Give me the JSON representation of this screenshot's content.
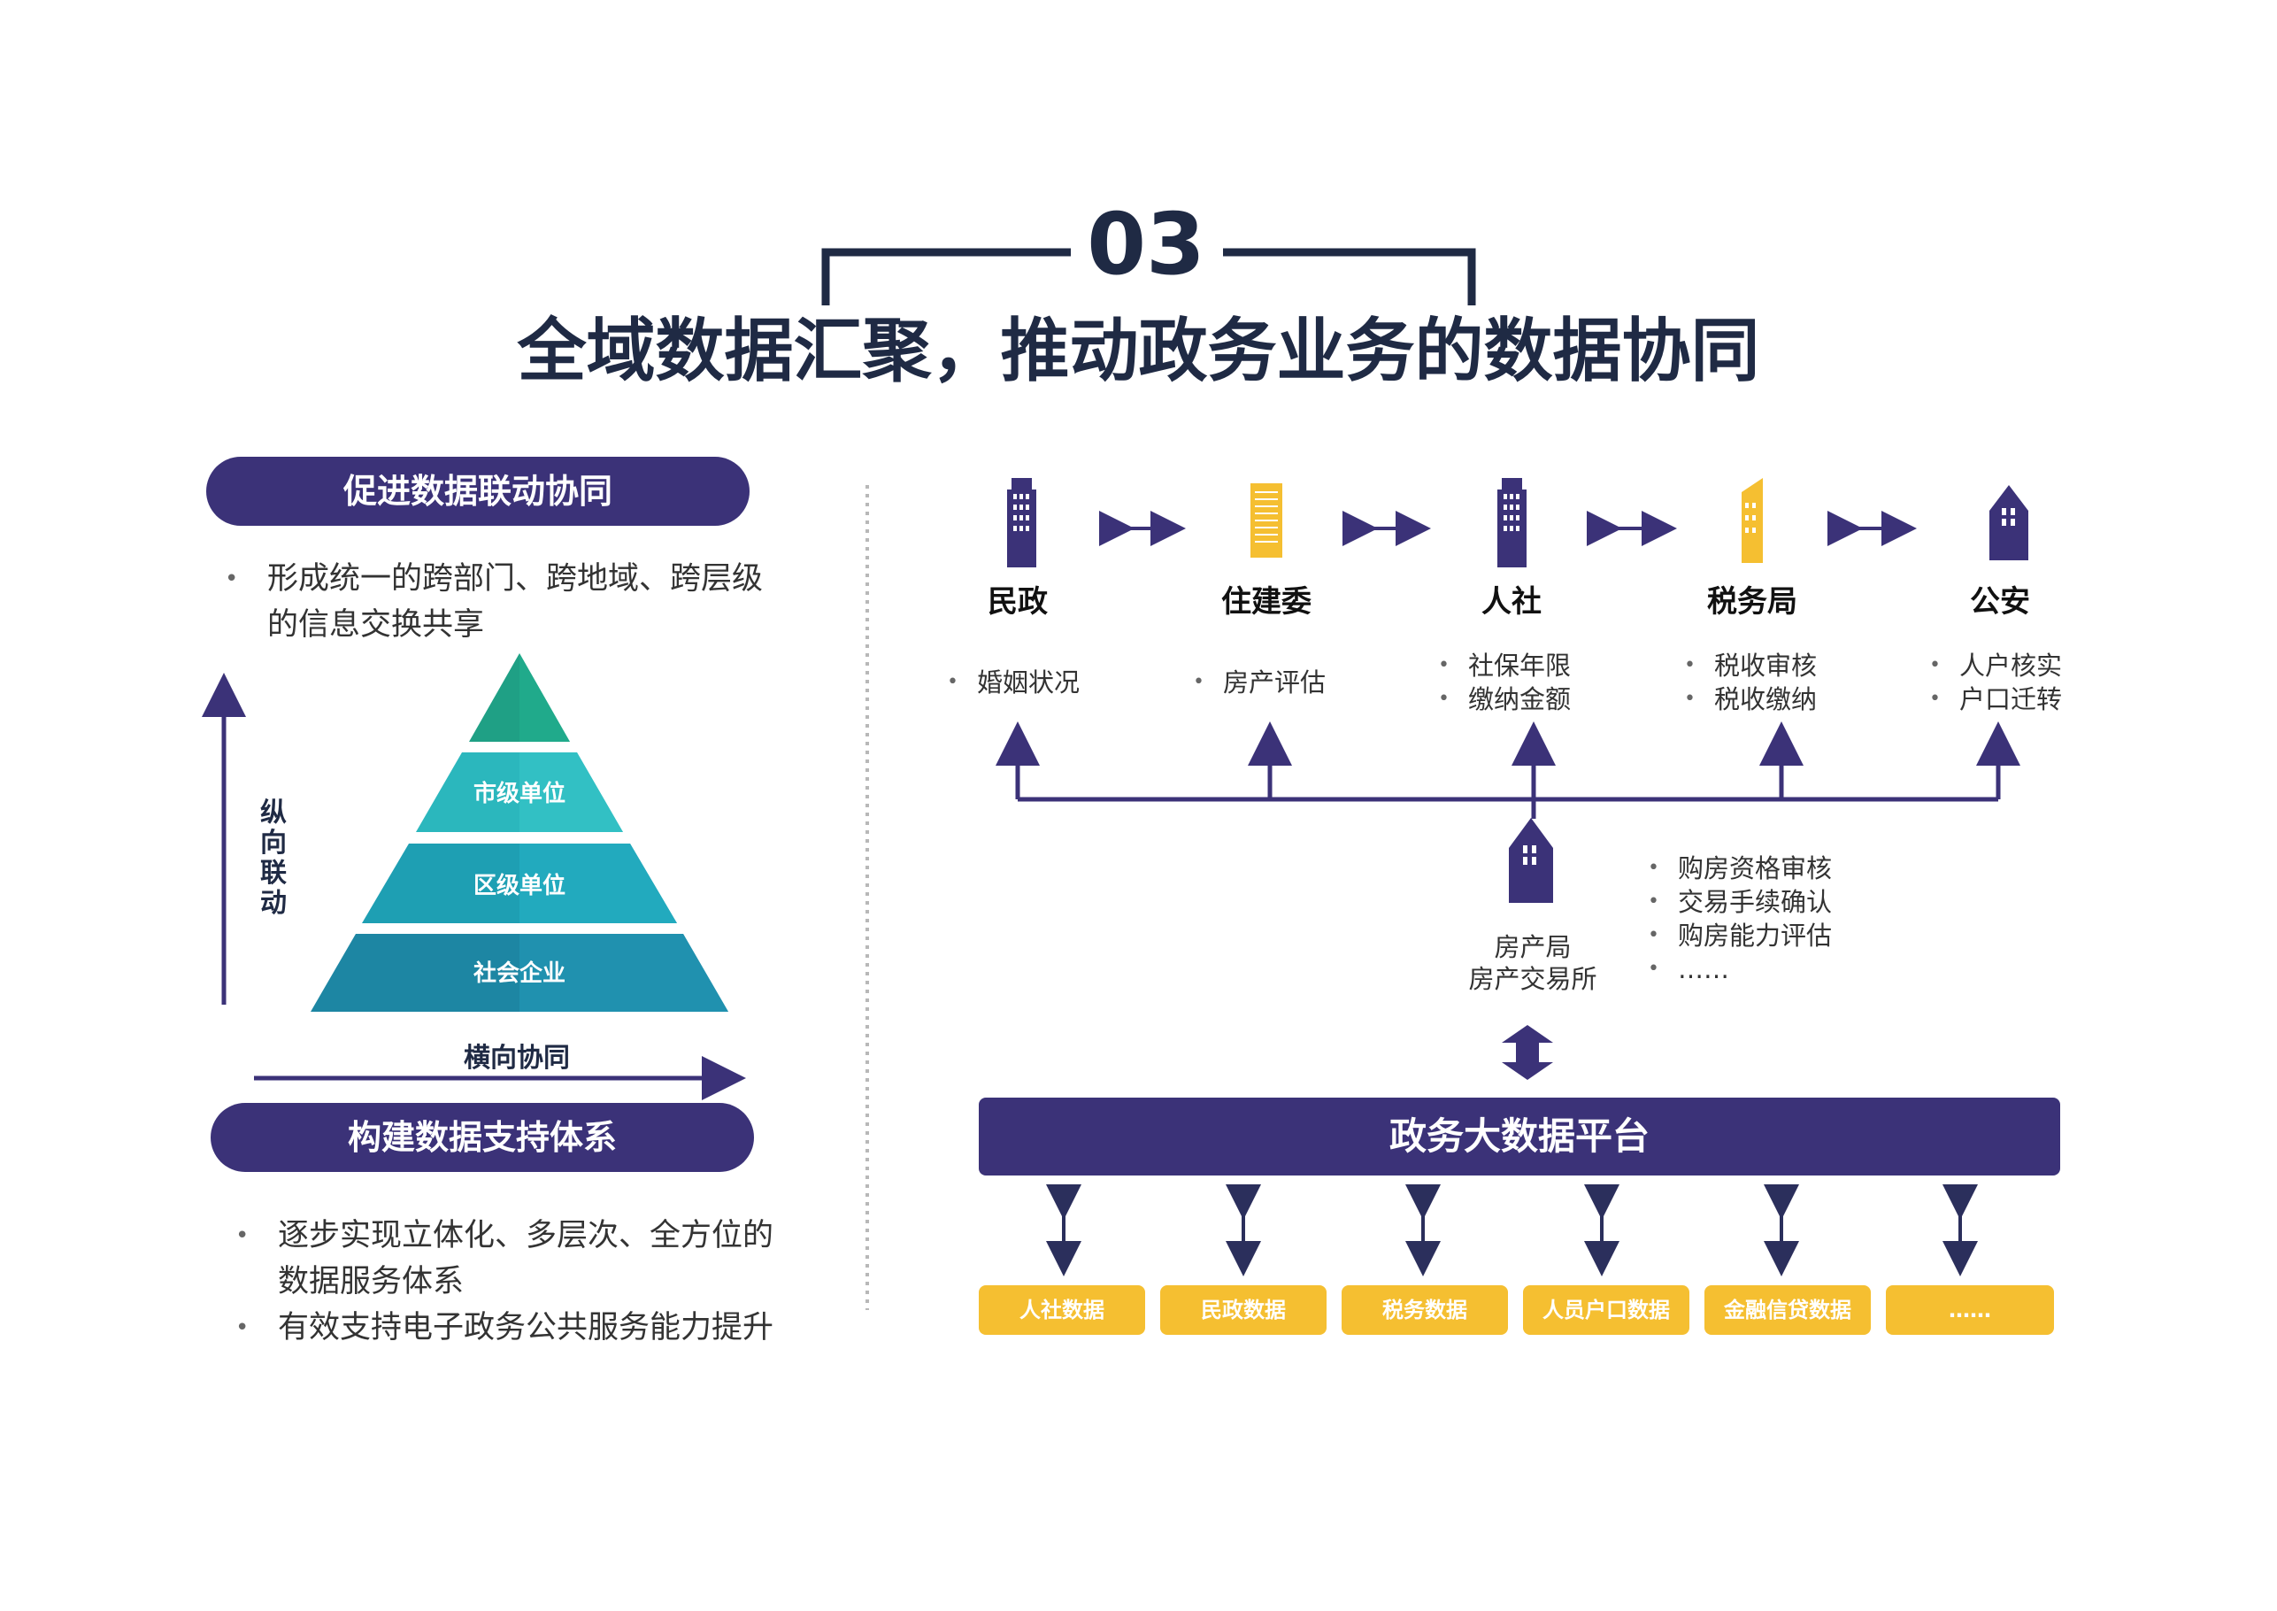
{
  "header": {
    "section_number": "03",
    "title": "全域数据汇聚，推动政务业务的数据协同"
  },
  "left": {
    "pill1": "促进数据联动协同",
    "bullets1": [
      "形成统一的跨部门、跨地域、跨层级",
      "的信息交换共享"
    ],
    "pyramid": [
      "市级单位",
      "区级单位",
      "社会企业"
    ],
    "axis_vertical": "纵向联动",
    "axis_horizontal": "横向协同",
    "pill2": "构建数据支持体系",
    "bullets2_line1": "逐步实现立体化、多层次、全方位的",
    "bullets2_line1_cont": "数据服务体系",
    "bullets2_line2": "有效支持电子政务公共服务能力提升"
  },
  "departments": [
    {
      "name": "民政",
      "items": [
        "婚姻状况"
      ]
    },
    {
      "name": "住建委",
      "items": [
        "房产评估"
      ]
    },
    {
      "name": "人社",
      "items": [
        "社保年限",
        "缴纳金额"
      ]
    },
    {
      "name": "税务局",
      "items": [
        "税收审核",
        "税收缴纳"
      ]
    },
    {
      "name": "公安",
      "items": [
        "人户核实",
        "户口迁转"
      ]
    }
  ],
  "center": {
    "name_line1": "房产局",
    "name_line2": "房产交易所",
    "items": [
      "购房资格审核",
      "交易手续确认",
      "购房能力评估",
      "……"
    ]
  },
  "platform": "政务大数据平台",
  "data_sources": [
    "人社数据",
    "民政数据",
    "税务数据",
    "人员户口数据",
    "金融信贷数据",
    "……"
  ],
  "colors": {
    "navy": "#1f2a44",
    "purple": "#3b3278",
    "yellow": "#f5bf31",
    "teal_top": "#1fa085",
    "teal_mid": "#2bb7bd",
    "teal_low": "#1e9fb3",
    "teal_base": "#1d86a3"
  }
}
